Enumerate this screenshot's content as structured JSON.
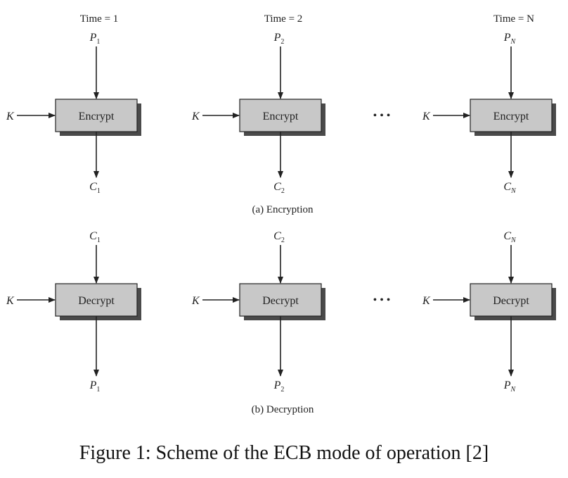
{
  "encryption": {
    "time_labels": [
      "Time = 1",
      "Time = 2",
      "Time = N"
    ],
    "inputs": [
      {
        "base": "P",
        "sub": "1"
      },
      {
        "base": "P",
        "sub": "2"
      },
      {
        "base": "P",
        "sub": "N"
      }
    ],
    "key_label": "K",
    "box_label": "Encrypt",
    "outputs": [
      {
        "base": "C",
        "sub": "1"
      },
      {
        "base": "C",
        "sub": "2"
      },
      {
        "base": "C",
        "sub": "N"
      }
    ],
    "caption": "(a) Encryption"
  },
  "decryption": {
    "inputs": [
      {
        "base": "C",
        "sub": "1"
      },
      {
        "base": "C",
        "sub": "2"
      },
      {
        "base": "C",
        "sub": "N"
      }
    ],
    "key_label": "K",
    "box_label": "Decrypt",
    "outputs": [
      {
        "base": "P",
        "sub": "1"
      },
      {
        "base": "P",
        "sub": "2"
      },
      {
        "base": "P",
        "sub": "N"
      }
    ],
    "caption": "(b) Decryption"
  },
  "ellipsis": "• • •",
  "figure_caption": "Figure 1: Scheme of the ECB mode of operation [2]",
  "colors": {
    "box_fill": "#c8c8c8",
    "box_shadow": "#4a4a4a",
    "stroke": "#222222"
  }
}
